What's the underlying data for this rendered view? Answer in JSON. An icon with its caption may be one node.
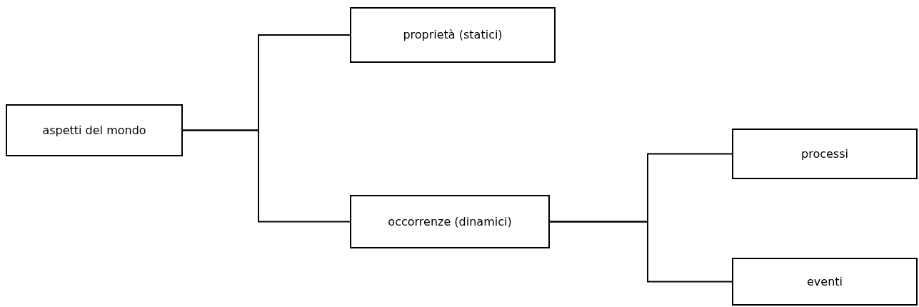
{
  "diagram": {
    "nodes": [
      {
        "text": [
          "aspetti del mondo"
        ]
      },
      {
        "text": [
          "proprietà (statici)"
        ]
      },
      {
        "text": [
          "occorrenze (dinamici)"
        ]
      },
      {
        "text": [
          "processi"
        ]
      },
      {
        "text": [
          "eventi"
        ]
      }
    ],
    "edges": [
      {
        "from": 0,
        "to": 1,
        "arrow": "none"
      },
      {
        "from": 0,
        "to": 2,
        "arrow": "none"
      },
      {
        "from": 2,
        "to": 3,
        "arrow": "none"
      },
      {
        "from": 2,
        "to": 4,
        "arrow": "none"
      }
    ]
  }
}
